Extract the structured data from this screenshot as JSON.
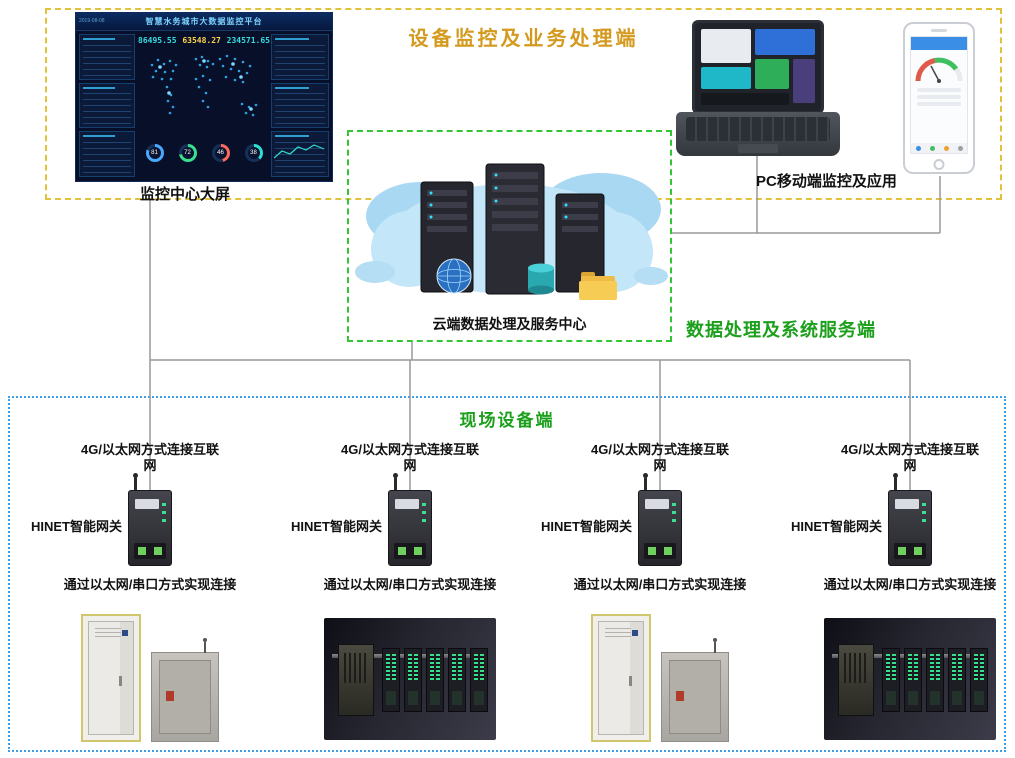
{
  "top_section": {
    "title": "设备监控及业务处理端",
    "dashboard_label": "监控中心大屏",
    "pc_mobile_label": "PC移动端监控及应用",
    "dashboard": {
      "date": "2019-08-08",
      "header": "智慧水务城市大数据监控平台",
      "stats": [
        "86495.55",
        "63548.27",
        "234571.65"
      ],
      "rings": [
        "81",
        "72",
        "46",
        "38"
      ]
    }
  },
  "cloud_section": {
    "label": "云端数据处理及服务中心",
    "side_label": "数据处理及系统服务端"
  },
  "field_section": {
    "title": "现场设备端",
    "columns": [
      {
        "top_text": "4G/以太网方式连接互联网",
        "gateway_label": "HINET智能网关",
        "bottom_text": "通过以太网/串口方式实现连接",
        "device_type": "cabinet"
      },
      {
        "top_text": "4G/以太网方式连接互联网",
        "gateway_label": "HINET智能网关",
        "bottom_text": "通过以太网/串口方式实现连接",
        "device_type": "plc"
      },
      {
        "top_text": "4G/以太网方式连接互联网",
        "gateway_label": "HINET智能网关",
        "bottom_text": "通过以太网/串口方式实现连接",
        "device_type": "cabinet"
      },
      {
        "top_text": "4G/以太网方式连接互联网",
        "gateway_label": "HINET智能网关",
        "bottom_text": "通过以太网/串口方式实现连接",
        "device_type": "plc"
      }
    ]
  },
  "colors": {
    "top_border": "#e2c23b",
    "cloud_border": "#35c435",
    "field_border": "#3aa0e8",
    "top_title_text": "#d49a1e",
    "green_text": "#1ca01c",
    "connector_line": "#999999"
  }
}
